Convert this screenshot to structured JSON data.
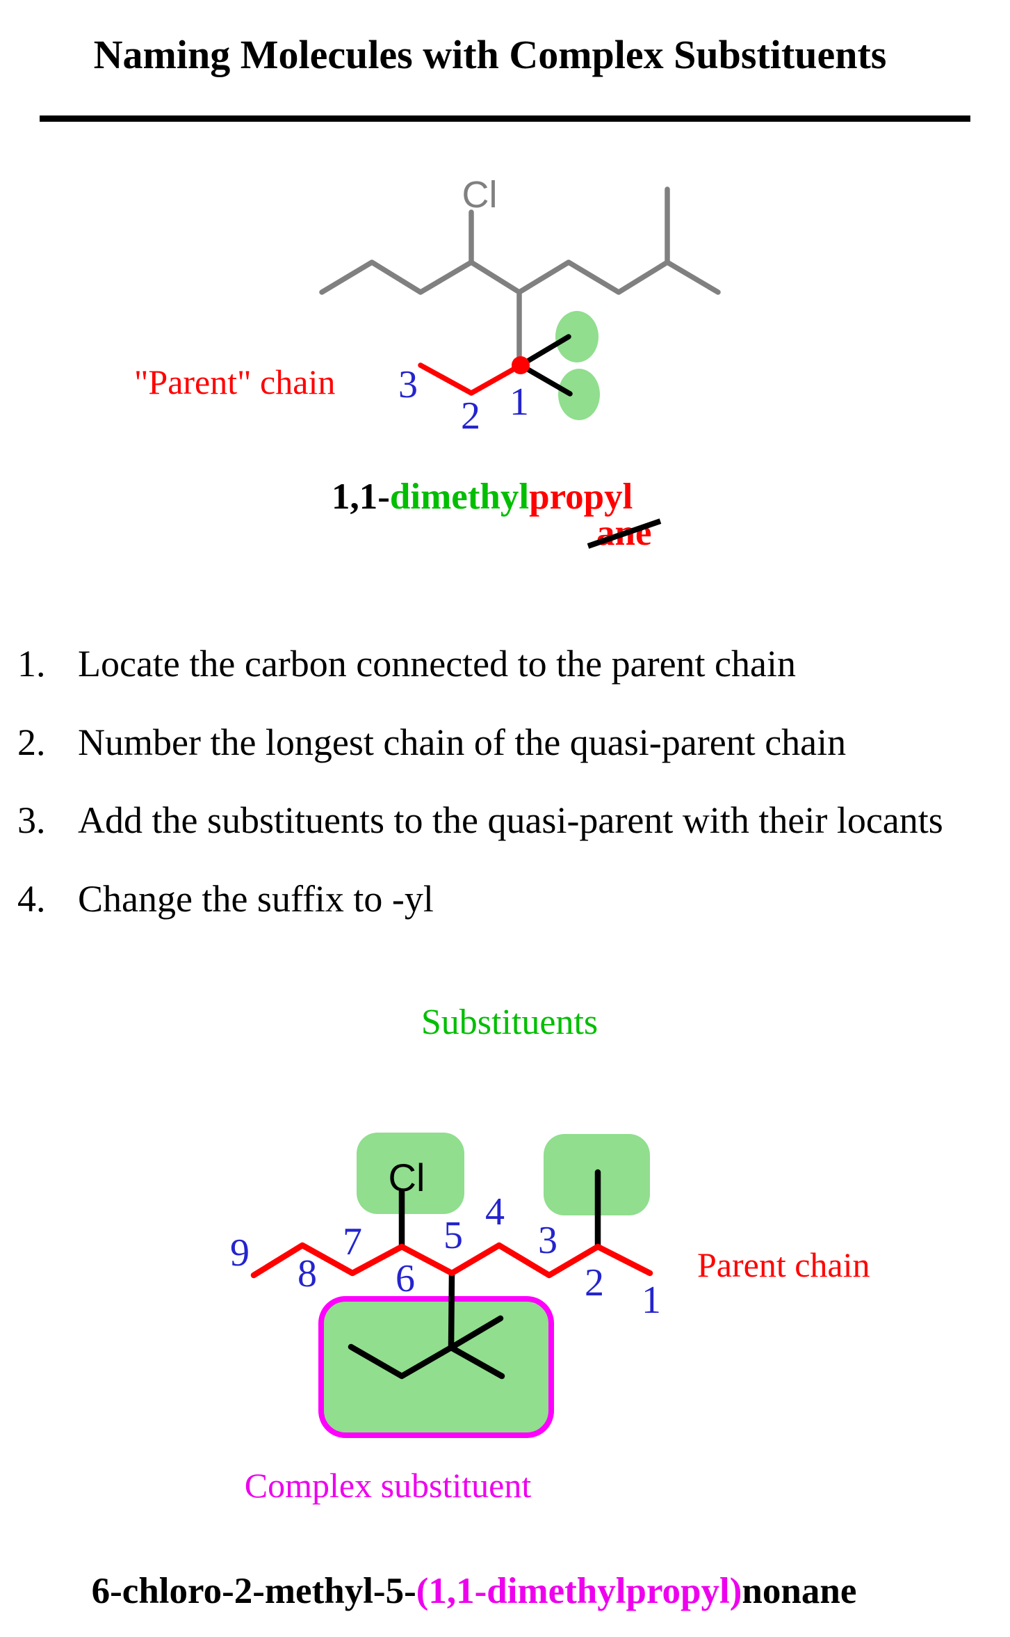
{
  "title": "Naming Molecules with Complex Substituents",
  "molecule1": {
    "cl_label": "Cl",
    "parent_chain_label": "\"Parent\" chain",
    "locants": {
      "c1": "1",
      "c2": "2",
      "c3": "3"
    },
    "name": {
      "locant_prefix": "1,1-",
      "substituent_part": "dimethyl",
      "root_part": "propyl",
      "struck_suffix": "ane"
    }
  },
  "steps": [
    {
      "num": "1.",
      "text": "Locate the carbon connected to the parent chain"
    },
    {
      "num": "2.",
      "text": "Number the longest chain of the quasi-parent chain"
    },
    {
      "num": "3.",
      "text": "Add the substituents to the quasi-parent with their locants"
    },
    {
      "num": "4.",
      "text": "Change the suffix to -yl"
    }
  ],
  "section2": {
    "heading": "Substituents",
    "molecule2": {
      "cl_label": "Cl",
      "locants": {
        "c1": "1",
        "c2": "2",
        "c3": "3",
        "c4": "4",
        "c5": "5",
        "c6": "6",
        "c7": "7",
        "c8": "8",
        "c9": "9"
      },
      "parent_chain_label": "Parent chain",
      "complex_substituent_label": "Complex substituent"
    },
    "final_name": {
      "prefix_black": "6-chloro-2-methyl-5-",
      "complex_magenta": "(1,1-dimethylpropyl)",
      "suffix_black": "nonane"
    }
  },
  "colors": {
    "red": "#FF0000",
    "blue": "#2424CE",
    "gray": "#808080",
    "green_text": "#00BE00",
    "green_highlight": "#90DE8E",
    "magenta": "#FF00FF",
    "magenta_text": "#EE00EE",
    "black": "#000000"
  }
}
